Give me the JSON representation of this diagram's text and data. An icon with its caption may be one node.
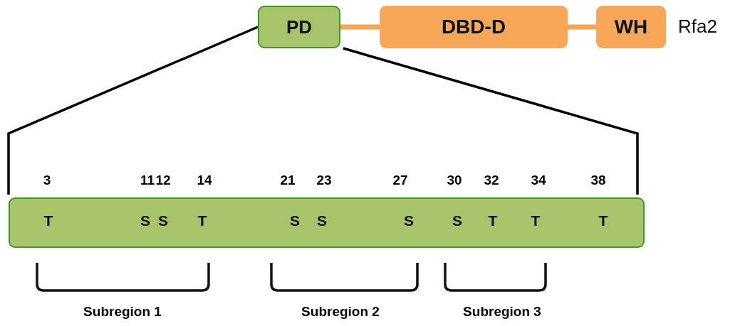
{
  "diagram": {
    "nodes": [
      {
        "text": [
          "PD"
        ]
      },
      {
        "text": [
          "DBD-D"
        ]
      },
      {
        "text": [
          "WH"
        ]
      },
      {
        "text": [
          "T",
          "S",
          "S",
          "T",
          "S",
          "S",
          "S",
          "S",
          "T",
          "T",
          "T"
        ]
      }
    ],
    "edges": [
      {
        "from": 0,
        "to": 1,
        "arrow": "none",
        "style": "thick",
        "color": "#f5a557"
      },
      {
        "from": 1,
        "to": 2,
        "arrow": "none",
        "style": "thick",
        "color": "#f5a557"
      },
      {
        "from": 0,
        "to": 3,
        "arrow": "none",
        "color": "#000000"
      },
      {
        "from": 0,
        "to": 3,
        "arrow": "none",
        "color": "#000000"
      }
    ],
    "labels": [
      "Rfa2",
      "3",
      "11",
      "12",
      "14",
      "21",
      "23",
      "27",
      "30",
      "32",
      "34",
      "38",
      "Subregion 1",
      "Subregion 2",
      "Subregion 3"
    ]
  }
}
